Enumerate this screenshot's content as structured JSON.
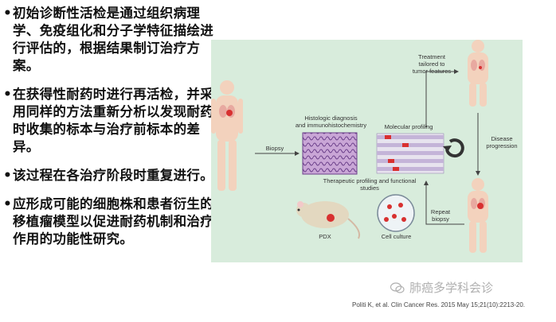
{
  "bullets": [
    "初始诊断性活检是通过组织病理学、免疫组化和分子学特征描绘进行评估的，根据结果制订治疗方案。",
    "在获得性耐药时进行再活检，并采用同样的方法重新分析以发现耐药时收集的标本与治疗前标本的差异。",
    "该过程在各治疗阶段时重复进行。",
    "应形成可能的细胞株和患者衍生的移植瘤模型以促进耐药机制和治疗作用的功能性研究。"
  ],
  "bullet_marker": "•",
  "figure": {
    "biopsy": "Biopsy",
    "histologic": "Histologic diagnosis\nand immunohistochemistry",
    "molecular": "Molecular profiling",
    "treatment": "Treatment\ntailored to\ntumor features",
    "disease_progression": "Disease\nprogression",
    "therapeutic": "Therapeutic profiling and functional\nstudies",
    "repeat_biopsy": "Repeat\nbiopsy",
    "pdx": "PDX",
    "cell_culture": "Cell culture"
  },
  "watermark": "肺癌多学科会诊",
  "citation": "Politi K, et al. Clin Cancer Res. 2015 May 15;21(10):2213-20."
}
